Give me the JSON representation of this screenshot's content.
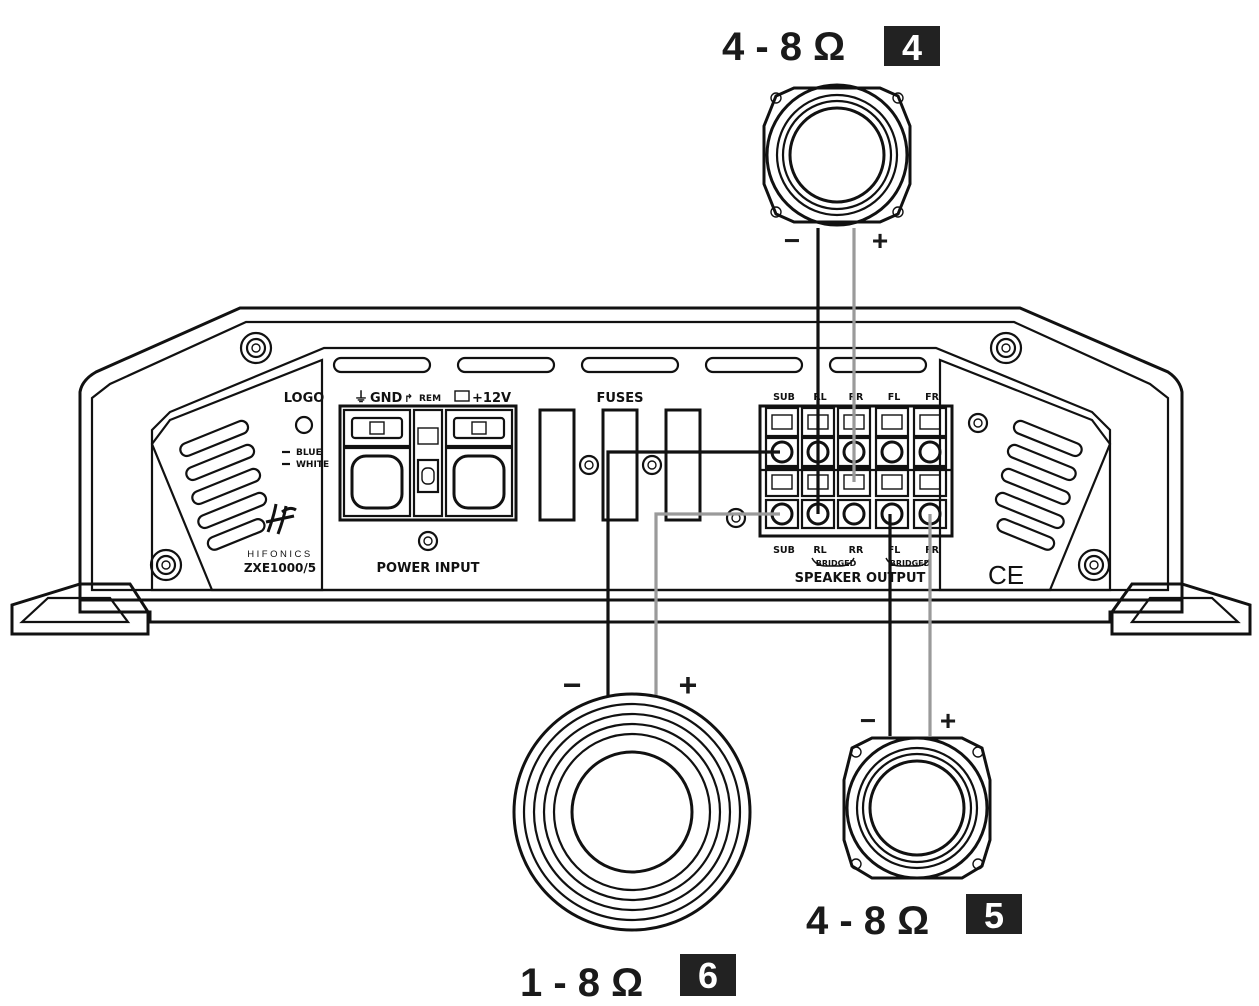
{
  "speakers": [
    {
      "id": "4",
      "impedance": "4 - 8 Ω",
      "minus": "−",
      "plus": "+"
    },
    {
      "id": "5",
      "impedance": "4 - 8 Ω",
      "minus": "−",
      "plus": "+"
    },
    {
      "id": "6",
      "impedance": "1 - 8 Ω",
      "minus": "−",
      "plus": "+"
    }
  ],
  "amplifier": {
    "logo_label": "LOGO",
    "logo_blue": "BLUE",
    "logo_white": "WHITE",
    "brand": "HIFONICS",
    "model": "ZXE1000/5",
    "gnd": "GND",
    "rem": "REM",
    "plus12v": "+12V",
    "power_input": "POWER INPUT",
    "fuses": "FUSES",
    "top_channels": [
      "SUB",
      "RL",
      "RR",
      "FL",
      "FR"
    ],
    "bottom_channels": [
      "SUB",
      "RL",
      "RR",
      "FL",
      "FR"
    ],
    "bridged": "BRIDGED",
    "speaker_output": "SPEAKER OUTPUT",
    "ce_mark": "CE"
  }
}
